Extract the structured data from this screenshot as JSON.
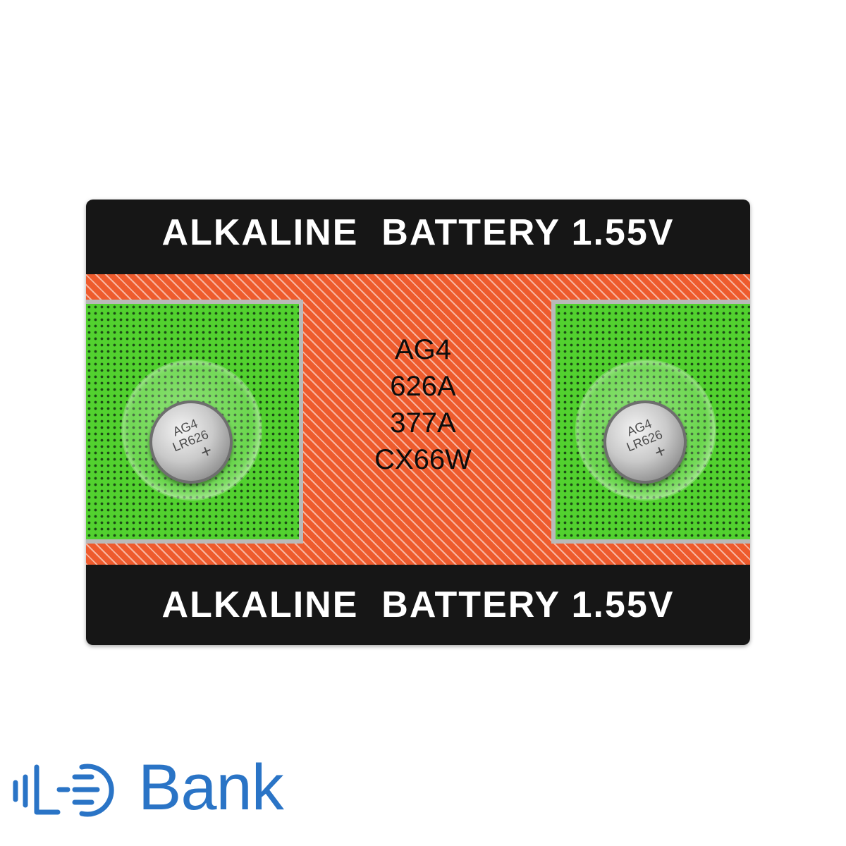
{
  "card": {
    "top_banner": "ALKALINE  BATTERY 1.55V",
    "bottom_banner": "ALKALINE  BATTERY 1.55V",
    "models": [
      "AG4",
      "626A",
      "377A",
      "CX66W"
    ],
    "cells": [
      {
        "line1": "AG4",
        "line2": "LR626",
        "symbol": "+"
      },
      {
        "line1": "AG4",
        "line2": "LR626",
        "symbol": "+"
      }
    ]
  },
  "logo": {
    "text": "Bank",
    "color": "#2a74c6"
  },
  "colors": {
    "orange": "#ee5b2d",
    "green": "#52d12f",
    "black": "#161616"
  }
}
